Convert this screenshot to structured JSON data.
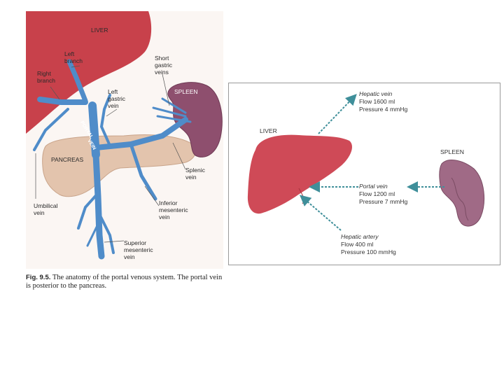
{
  "left_diagram": {
    "labels": {
      "liver": "LIVER",
      "left_branch": "Left\nbranch",
      "right_branch": "Right\nbranch",
      "short_gastric_veins": "Short\ngastric\nveins",
      "spleen": "SPLEEN",
      "left_gastric_vein": "Left\ngastric\nvein",
      "portal": "PORTAL",
      "vein": "VEIN",
      "pancreas": "PANCREAS",
      "splenic_vein": "Splenic\nvein",
      "umbilical_vein": "Umbilical\nvein",
      "inferior_mesenteric_vein": "Inferior\nmesenteric\nvein",
      "superior_mesenteric_vein": "Superior\nmesenteric\nvein"
    },
    "caption": {
      "fig": "Fig. 9.5.",
      "text": "The anatomy of the portal venous system. The portal vein is posterior to the pancreas."
    },
    "colors": {
      "liver": "#c8414b",
      "spleen": "#8e4f6e",
      "pancreas": "#e3c4ad",
      "vein": "#4f8cc9"
    }
  },
  "right_diagram": {
    "liver_label": "LIVER",
    "spleen_label": "SPLEEN",
    "hepatic_vein": {
      "name": "Hepatic vein",
      "flow": "Flow 1600 ml",
      "pressure": "Pressure 4 mmHg"
    },
    "portal_vein": {
      "name": "Portal vein",
      "flow": "Flow 1200 ml",
      "pressure": "Pressure 7 mmHg"
    },
    "hepatic_artery": {
      "name": "Hepatic artery",
      "flow": "Flow 400 ml",
      "pressure": "Pressure 100 mmHg"
    },
    "colors": {
      "liver": "#cf4a57",
      "spleen": "#a06a86",
      "arrow": "#3f8f9a"
    }
  }
}
